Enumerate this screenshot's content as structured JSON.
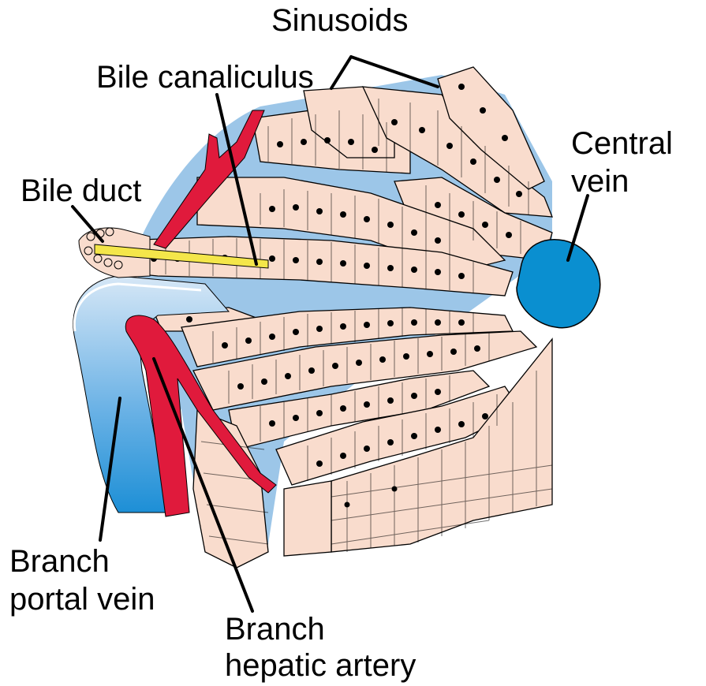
{
  "labels": {
    "sinusoids": "Sinusoids",
    "bile_canaliculus": "Bile canaliculus",
    "bile_duct": "Bile duct",
    "central_vein_line1": "Central",
    "central_vein_line2": "vein",
    "branch_portal_vein_line1": "Branch",
    "branch_portal_vein_line2": "portal vein",
    "branch_hepatic_artery_line1": "Branch",
    "branch_hepatic_artery_line2": "hepatic artery"
  },
  "colors": {
    "hepatocyte": "#f9dccd",
    "sinusoid_blood": "#9cc6e8",
    "central_vein": "#0a8fd0",
    "portal_vein": "#3a9fd8",
    "hepatic_artery": "#e01a3c",
    "bile_duct": "#f4e64a",
    "outline": "#000000"
  }
}
